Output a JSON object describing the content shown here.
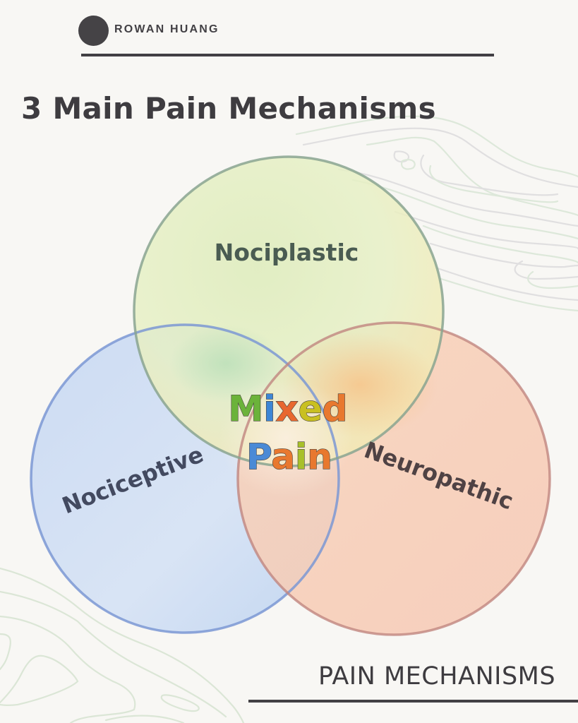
{
  "header": {
    "author": "ROWAN HUANG",
    "title": "3 Main Pain Mechanisms"
  },
  "venn": {
    "sets": [
      {
        "label": "Nociplastic",
        "color": "#cfe6a6",
        "stroke": "#7e9a88"
      },
      {
        "label": "Nociceptive",
        "color": "#b6cdf0",
        "stroke": "#6f8fd0"
      },
      {
        "label": "Neuropathic",
        "color": "#f6c2a8",
        "stroke": "#c08680"
      }
    ],
    "center": {
      "line1": [
        "M",
        "i",
        "x",
        "e",
        "d"
      ],
      "line2": [
        "P",
        "a",
        "i",
        "n"
      ],
      "line1_colors": [
        "#6bb33a",
        "#3d86d6",
        "#e8672f",
        "#c9c020",
        "#e8782f"
      ],
      "line2_colors": [
        "#4a8ad6",
        "#e8782f",
        "#a8c02a",
        "#e8782f"
      ]
    }
  },
  "footer": {
    "label": "PAIN MECHANISMS"
  }
}
